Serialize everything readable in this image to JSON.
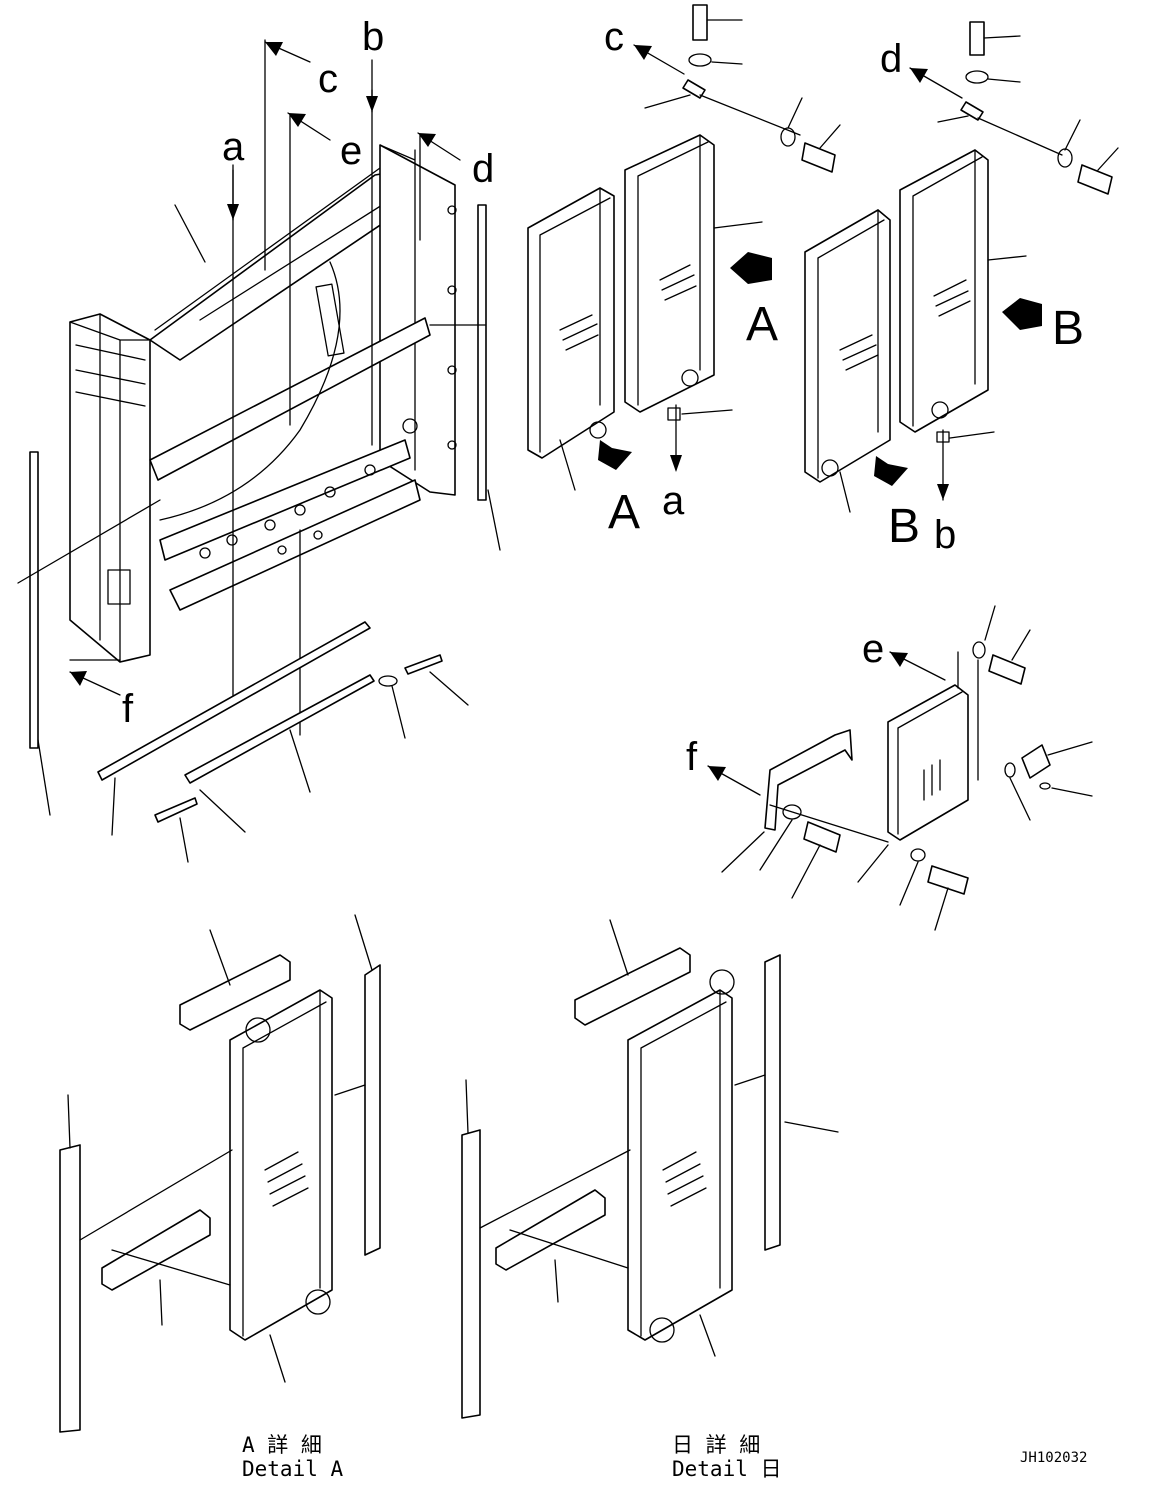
{
  "diagram": {
    "ref_letters": {
      "a": "a",
      "b": "b",
      "c": "c",
      "d": "d",
      "e": "e",
      "f": "f"
    },
    "view_letters": {
      "A": "A",
      "B": "B"
    },
    "captions": {
      "detail_a_jp": "A 詳 細",
      "detail_a_en": "Detail A",
      "detail_b_jp": "日 詳 細",
      "detail_b_en": "Detail 日"
    },
    "drawing_code": "JH102032"
  }
}
